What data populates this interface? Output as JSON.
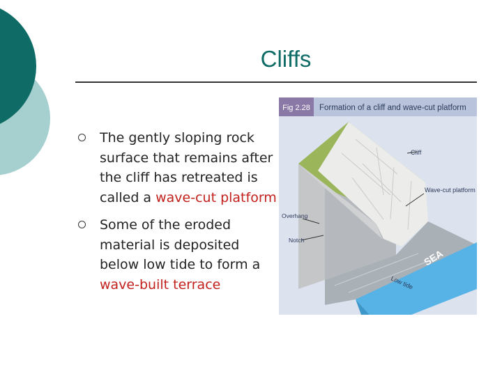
{
  "slide": {
    "title": "Cliffs",
    "bullets": [
      {
        "text": "The gently sloping rock surface that remains after the cliff has retreated is called a ",
        "highlight": "wave-cut platform"
      },
      {
        "text": "Some of the eroded material is deposited below low tide to form a ",
        "highlight": "wave-built terrace"
      }
    ]
  },
  "figure": {
    "fig_number": "Fig 2.28",
    "caption": "Formation of a cliff and wave-cut platform",
    "labels": {
      "cliff": "Cliff",
      "platform": "Wave-cut platform",
      "overhang": "Overhang",
      "notch": "Notch",
      "sea": "SEA",
      "low_tide": "Low tide"
    }
  },
  "colors": {
    "title": "#0e6b66",
    "highlight": "#c2201c",
    "deco_dark": "#0e6b66",
    "deco_light": "#a6d0d0",
    "fig_tag": "#8a78a6",
    "fig_header": "#b9c4dc",
    "sea": "#57b3e6"
  }
}
